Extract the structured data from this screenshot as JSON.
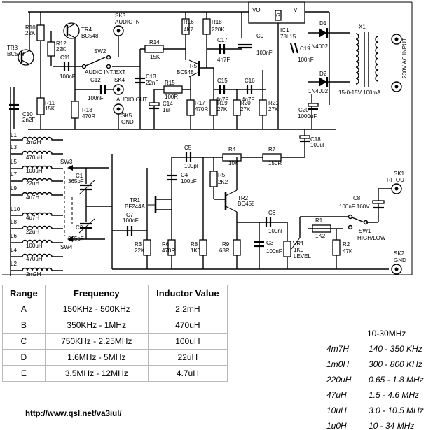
{
  "schematic": {
    "transistors": [
      {
        "ref": "TR3",
        "part": "BC548"
      },
      {
        "ref": "TR4",
        "part": "BC548"
      },
      {
        "ref": "TR5",
        "part": "BC548"
      },
      {
        "ref": "TR1",
        "part": "BF244A"
      },
      {
        "ref": "TR2",
        "part": "BC458"
      }
    ],
    "resistors": [
      {
        "ref": "R10",
        "value": "22K"
      },
      {
        "ref": "R12",
        "value": "22K"
      },
      {
        "ref": "R11",
        "value": "15K"
      },
      {
        "ref": "R13",
        "value": "470R"
      },
      {
        "ref": "R14",
        "value": "15K"
      },
      {
        "ref": "R15",
        "value": "100R"
      },
      {
        "ref": "R16",
        "value": "4K7"
      },
      {
        "ref": "R17",
        "value": "470R"
      },
      {
        "ref": "R18",
        "value": "220K"
      },
      {
        "ref": "R19",
        "value": "27K"
      },
      {
        "ref": "R20",
        "value": "27K"
      },
      {
        "ref": "R21",
        "value": "27K"
      },
      {
        "ref": "R4",
        "value": "10K"
      },
      {
        "ref": "R7",
        "value": "150R"
      },
      {
        "ref": "R5",
        "value": "2K2"
      },
      {
        "ref": "R1",
        "value": "1K2"
      },
      {
        "ref": "R2",
        "value": "47K"
      },
      {
        "ref": "R3",
        "value": "22K"
      },
      {
        "ref": "R6",
        "value": "470R"
      },
      {
        "ref": "R8",
        "value": "1K0"
      },
      {
        "ref": "R9",
        "value": "68R"
      }
    ],
    "capacitors": [
      {
        "ref": "C10",
        "value": "2n2F"
      },
      {
        "ref": "C11",
        "value": "100nF"
      },
      {
        "ref": "C12",
        "value": "100nF"
      },
      {
        "ref": "C13",
        "value": "22nF"
      },
      {
        "ref": "C14",
        "value": "1uF"
      },
      {
        "ref": "C17",
        "value": "4n7F"
      },
      {
        "ref": "C15",
        "value": "4n7F"
      },
      {
        "ref": "C16",
        "value": "4n7F"
      },
      {
        "ref": "C9",
        "value": "100nF"
      },
      {
        "ref": "C19",
        "value": "100nF"
      },
      {
        "ref": "C20",
        "value": "1000uF"
      },
      {
        "ref": "C18",
        "value": "100uF"
      },
      {
        "ref": "C5",
        "value": "100pF"
      },
      {
        "ref": "C4",
        "value": "100pF"
      },
      {
        "ref": "C3",
        "value": "100nF"
      },
      {
        "ref": "C6",
        "value": "100nF"
      },
      {
        "ref": "C7",
        "value": "100nF"
      },
      {
        "ref": "C8",
        "value": "100nF 160V"
      },
      {
        "ref": "C1",
        "value": "365pF"
      },
      {
        "ref": "C2",
        "value": "365pF"
      }
    ],
    "inductors": [
      {
        "ref": "L1",
        "value": "2m2H"
      },
      {
        "ref": "L3",
        "value": "470uH"
      },
      {
        "ref": "L5",
        "value": "100uH"
      },
      {
        "ref": "L7",
        "value": "22uH"
      },
      {
        "ref": "L9",
        "value": "4u7H"
      },
      {
        "ref": "L10",
        "value": "4u7H"
      },
      {
        "ref": "L8",
        "value": "22uH"
      },
      {
        "ref": "L6",
        "value": "100uH"
      },
      {
        "ref": "L4",
        "value": "470uH"
      },
      {
        "ref": "L2",
        "value": "2m2H"
      }
    ],
    "sockets": [
      {
        "ref": "SK3",
        "label": "AUDIO IN"
      },
      {
        "ref": "SK4",
        "label": "AUDIO OUT"
      },
      {
        "ref": "SK5",
        "label": "GND"
      },
      {
        "ref": "SK1",
        "label": "RF OUT"
      },
      {
        "ref": "SK2",
        "label": "GND"
      }
    ],
    "switches": [
      {
        "ref": "SW2",
        "label": "AUDIO INT/EXT"
      },
      {
        "ref": "SW3"
      },
      {
        "ref": "SW4"
      },
      {
        "ref": "SW1",
        "label": "HIGH/LOW"
      }
    ],
    "regulator": {
      "ref": "IC1",
      "part": "78L15",
      "vo": "VO",
      "g": "G",
      "vi": "VI"
    },
    "diodes": [
      {
        "ref": "D1",
        "part": "1N4002"
      },
      {
        "ref": "D2",
        "part": "1N4002"
      }
    ],
    "transformer": {
      "ref": "X1",
      "secondary": "15-0-15V 100mA",
      "input": "230V AC INPUT"
    },
    "pot": {
      "ref": "VR1",
      "value": "1K0",
      "label": "LEVEL"
    }
  },
  "range_table": {
    "headers": [
      "Range",
      "Frequency",
      "Inductor Value"
    ],
    "rows": [
      [
        "A",
        "150KHz - 500KHz",
        "2.2mH"
      ],
      [
        "B",
        "350KHz - 1MHz",
        "470uH"
      ],
      [
        "C",
        "750KHz - 2.25MHz",
        "100uH"
      ],
      [
        "D",
        "1.6MHz - 5MHz",
        "22uH"
      ],
      [
        "E",
        "3.5MHz - 12MHz",
        "4.7uH"
      ]
    ]
  },
  "alt_ranges": {
    "header": "10-30MHz",
    "rows": [
      [
        "4m7H",
        "140 - 350 KHz"
      ],
      [
        "1m0H",
        "300 - 800 KHz"
      ],
      [
        "220uH",
        "0.65 - 1.8 MHz"
      ],
      [
        "47uH",
        "1.5 - 4.6 MHz"
      ],
      [
        "10uH",
        "3.0 - 10.5 MHz"
      ],
      [
        "1u0H",
        "10 - 34 MHz"
      ]
    ]
  },
  "footer": {
    "url": "http://www.qsl.net/va3iul/"
  }
}
